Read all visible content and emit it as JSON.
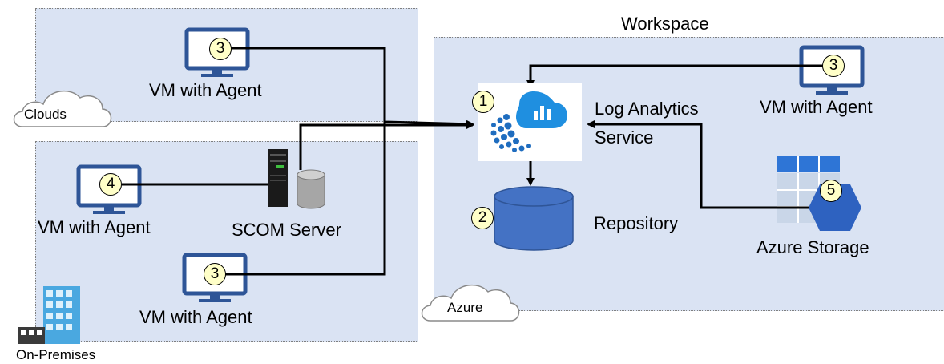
{
  "regions": {
    "workspace_title": "Workspace",
    "clouds_label": "Clouds",
    "azure_label": "Azure",
    "on_premises_label": "On-Premises"
  },
  "nodes": {
    "cloud_vm": {
      "label": "VM with Agent",
      "badge": "3"
    },
    "azure_vm": {
      "label": "VM with Agent",
      "badge": "3"
    },
    "onprem_vm_scom": {
      "label": "VM with Agent",
      "badge": "4"
    },
    "onprem_vm_direct": {
      "label": "VM with Agent",
      "badge": "3"
    },
    "scom_server": {
      "label": "SCOM Server"
    },
    "log_analytics": {
      "label_line1": "Log Analytics",
      "label_line2": "Service",
      "badge": "1"
    },
    "repository": {
      "label": "Repository",
      "badge": "2"
    },
    "azure_storage": {
      "label": "Azure Storage",
      "badge": "5"
    }
  },
  "colors": {
    "region_fill": "#dae3f3",
    "monitor_blue": "#2e5597",
    "db_blue": "#4472c4",
    "badge_fill": "#ffffc8",
    "connector": "#000000"
  }
}
